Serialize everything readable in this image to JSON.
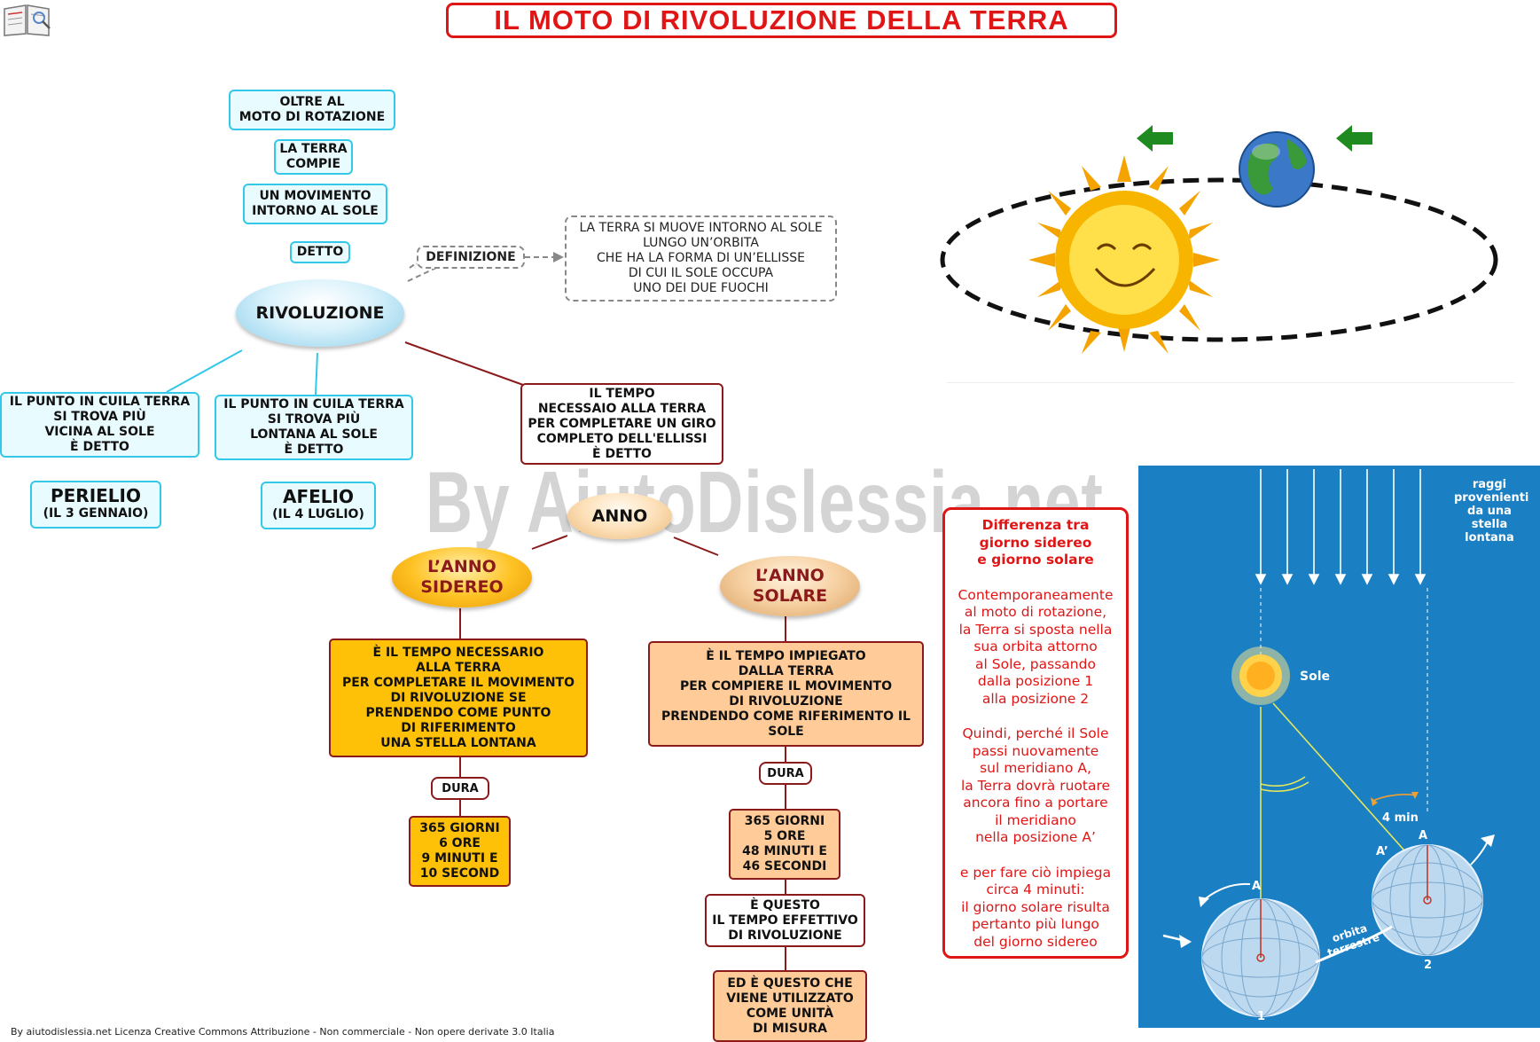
{
  "title": "IL MOTO DI RIVOLUZIONE DELLA TERRA",
  "watermark": "By AiutoDislessia.net",
  "map": {
    "n1": "OLTRE AL\nMOTO DI ROTAZIONE",
    "n2": "LA TERRA\nCOMPIE",
    "n3": "UN MOVIMENTO\nINTORNO AL SOLE",
    "n4": "DETTO",
    "central": "RIVOLUZIONE",
    "def_label": "DEFINIZIONE",
    "def_text": "LA TERRA SI MUOVE INTORNO AL SOLE\nLUNGO UN’ORBITA\nCHE HA LA FORMA DI UN’ELLISSE\nDI CUI IL SOLE OCCUPA\nUNO DEI DUE FUOCHI",
    "left1": "IL PUNTO IN CUILA TERRA\nSI TROVA PIÙ\nVICINA AL SOLE\nÈ DETTO",
    "left2": "IL PUNTO IN CUILA TERRA\nSI TROVA PIÙ\nLONTANA AL SOLE\nÈ DETTO",
    "perielio": "PERIELIO",
    "perielio_date": "(IL 3 GENNAIO)",
    "afelio": "AFELIO",
    "afelio_date": "(IL 4 LUGLIO)",
    "tempo": "IL TEMPO\nNECESSAIO ALLA TERRA\nPER COMPLETARE UN GIRO\nCOMPLETO DELL'ELLISSI\nÈ DETTO",
    "anno": "ANNO",
    "sidereo": "L’ANNO\nSIDEREO",
    "solare": "L’ANNO\nSOLARE",
    "sidereo_desc": "È IL TEMPO NECESSARIO\nALLA TERRA\nPER COMPLETARE IL MOVIMENTO\nDI RIVOLUZIONE SE\nPRENDENDO COME PUNTO\nDI RIFERIMENTO\nUNA STELLA LONTANA",
    "solare_desc": "È IL TEMPO IMPIEGATO\nDALLA TERRA\nPER COMPIERE IL MOVIMENTO\nDI RIVOLUZIONE\nPRENDENDO COME RIFERIMENTO IL\nSOLE",
    "dura1": "DURA",
    "dura2": "DURA",
    "sidereo_dur": "365 GIORNI\n6 ORE\n9 MINUTI E\n10 SECOND",
    "solare_dur": "365 GIORNI\n5 ORE\n48 MINUTI E\n46 SECONDI",
    "effettivo": "È QUESTO\nIL TEMPO EFFETTIVO\nDI RIVOLUZIONE",
    "unita": "ED È QUESTO CHE\nVIENE UTILIZZATO\nCOME UNITÀ\nDI MISURA"
  },
  "info_box": {
    "heading": "Differenza tra\ngiorno sidereo\ne giorno solare",
    "p1": "Contemporaneamente\nal moto di rotazione,\nla Terra si sposta nella\nsua orbita attorno\nal Sole, passando\ndalla posizione 1\nalla posizione 2",
    "p2": "Quindi, perché il Sole\npassi nuovamente\nsul meridiano A,\nla Terra dovrà ruotare\nancora fino a portare\nil meridiano\nnella posizione A’",
    "p3": "e per fare ciò impiega\ncirca 4 minuti:\nil giorno solare risulta\npertanto più lungo\ndel giorno sidereo"
  },
  "diagram": {
    "rays_label": "raggi\nprovenienti\nda una stella\nlontana",
    "sun_label": "Sole",
    "four_min": "4 min",
    "label_a1": "A",
    "label_a2": "A",
    "label_a_prime": "A’",
    "orbit_label": "orbita\nterrestre",
    "pos1": "1",
    "pos2": "2"
  },
  "footer": "By aiutodislessia.net Licenza Creative Commons Attribuzione - Non commerciale - Non opere derivate 3.0 Italia",
  "colors": {
    "title_red": "#e01515",
    "cyan_border": "#34c8e8",
    "dark_red": "#8b1a1a",
    "orange": "#ffc107",
    "peach": "#ffcc99",
    "panel_blue": "#1b7fc4"
  }
}
